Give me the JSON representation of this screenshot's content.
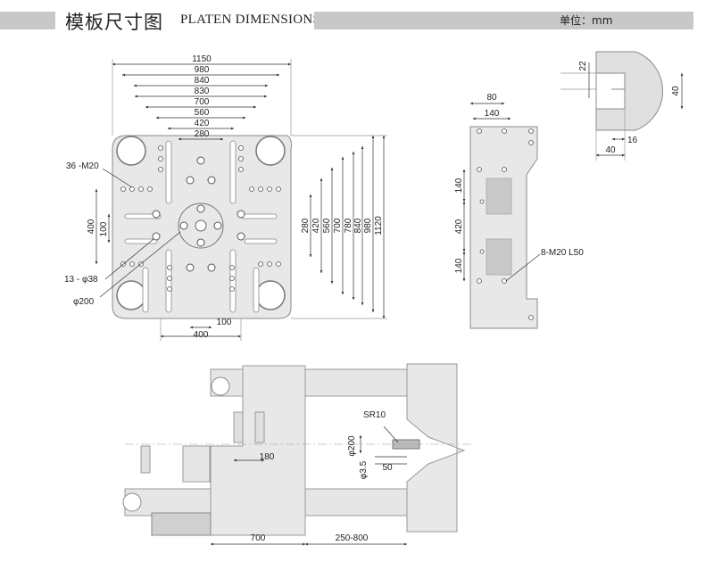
{
  "header": {
    "title_zh": "模板尺寸图",
    "title_en": "PLATEN DIMENSIONS",
    "unit": "单位：mm"
  },
  "front_view": {
    "widths": [
      "1150",
      "980",
      "840",
      "830",
      "700",
      "560",
      "420",
      "280"
    ],
    "heights": [
      "280",
      "420",
      "560",
      "700",
      "780",
      "840",
      "980",
      "1120"
    ],
    "left_dims": [
      "400",
      "100"
    ],
    "bottom_dims": [
      "100",
      "400"
    ],
    "thread_label": "36 -M20",
    "holes_label": "13 - φ38",
    "center_label": "φ200"
  },
  "side_view": {
    "top_dims": [
      "80",
      "140"
    ],
    "left_dims": [
      "140",
      "420",
      "140"
    ],
    "screw_label": "8-M20 L50"
  },
  "slot_detail": {
    "dims": [
      "22",
      "40",
      "16",
      "40"
    ]
  },
  "section_view": {
    "sr_label": "SR10",
    "phi200_label": "φ200",
    "phi35_label": "φ3.5",
    "d180": "180",
    "d50": "50",
    "d700": "700",
    "d250_800": "250-800"
  }
}
